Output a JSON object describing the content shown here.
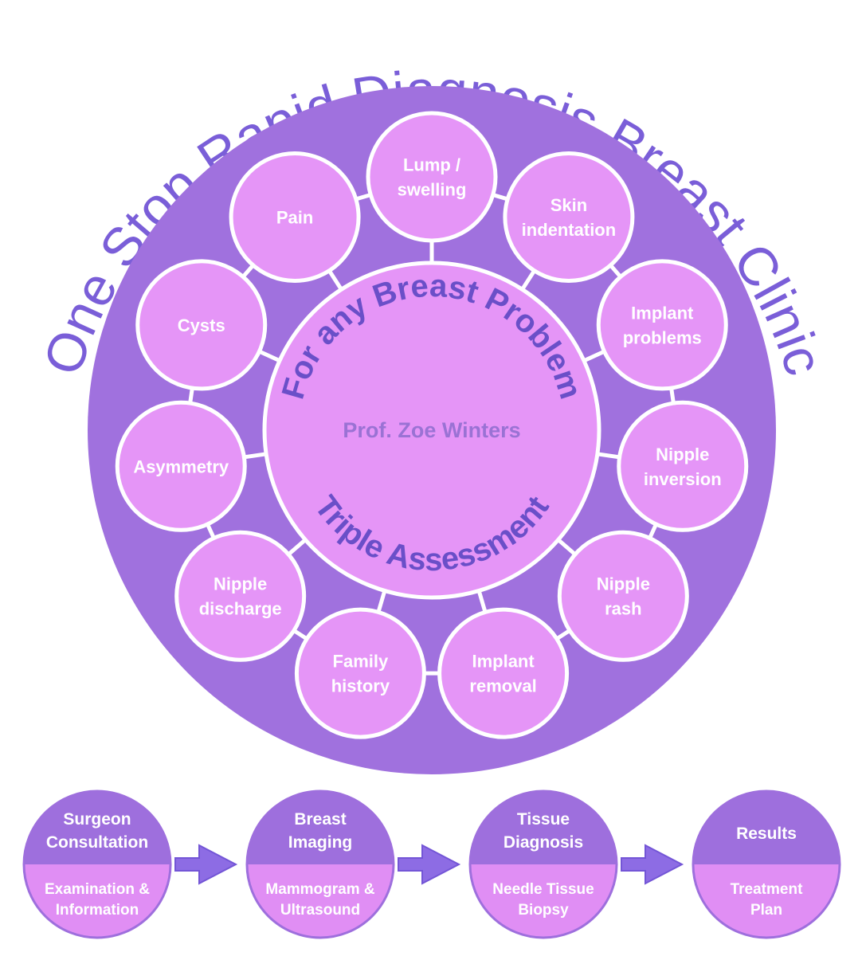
{
  "title": "One Stop Rapid Diagnosis Breast Clinic",
  "center": {
    "top_arc": "For any Breast Problem",
    "name": "Prof. Zoe Winters",
    "bottom_arc": "Triple Assessment"
  },
  "symptoms": [
    {
      "lines": [
        "Lump /",
        "swelling"
      ]
    },
    {
      "lines": [
        "Skin",
        "indentation"
      ]
    },
    {
      "lines": [
        "Implant",
        "problems"
      ]
    },
    {
      "lines": [
        "Nipple",
        "inversion"
      ]
    },
    {
      "lines": [
        "Nipple",
        "rash"
      ]
    },
    {
      "lines": [
        "Implant",
        "removal"
      ]
    },
    {
      "lines": [
        "Family",
        "history"
      ]
    },
    {
      "lines": [
        "Nipple",
        "discharge"
      ]
    },
    {
      "lines": [
        "Asymmetry"
      ]
    },
    {
      "lines": [
        "Cysts"
      ]
    },
    {
      "lines": [
        "Pain"
      ]
    }
  ],
  "steps": [
    {
      "top": [
        "Surgeon",
        "Consultation"
      ],
      "bottom": [
        "Examination &",
        "Information"
      ]
    },
    {
      "top": [
        "Breast",
        "Imaging"
      ],
      "bottom": [
        "Mammogram &",
        "Ultrasound"
      ]
    },
    {
      "top": [
        "Tissue",
        "Diagnosis"
      ],
      "bottom": [
        "Needle Tissue",
        "Biopsy"
      ]
    },
    {
      "top": [
        "Results"
      ],
      "bottom": [
        "Treatment",
        "Plan"
      ]
    }
  ],
  "colors": {
    "outer_disc": "#a071de",
    "bubble_fill": "#e595f7",
    "title": "#7a5ed8",
    "inner_arc_text": "#6a4fc8",
    "center_name": "#9a72d4",
    "step_top": "#9e6fdd",
    "step_bottom": "#e08ef4",
    "arrow": "#8d6ce4"
  }
}
